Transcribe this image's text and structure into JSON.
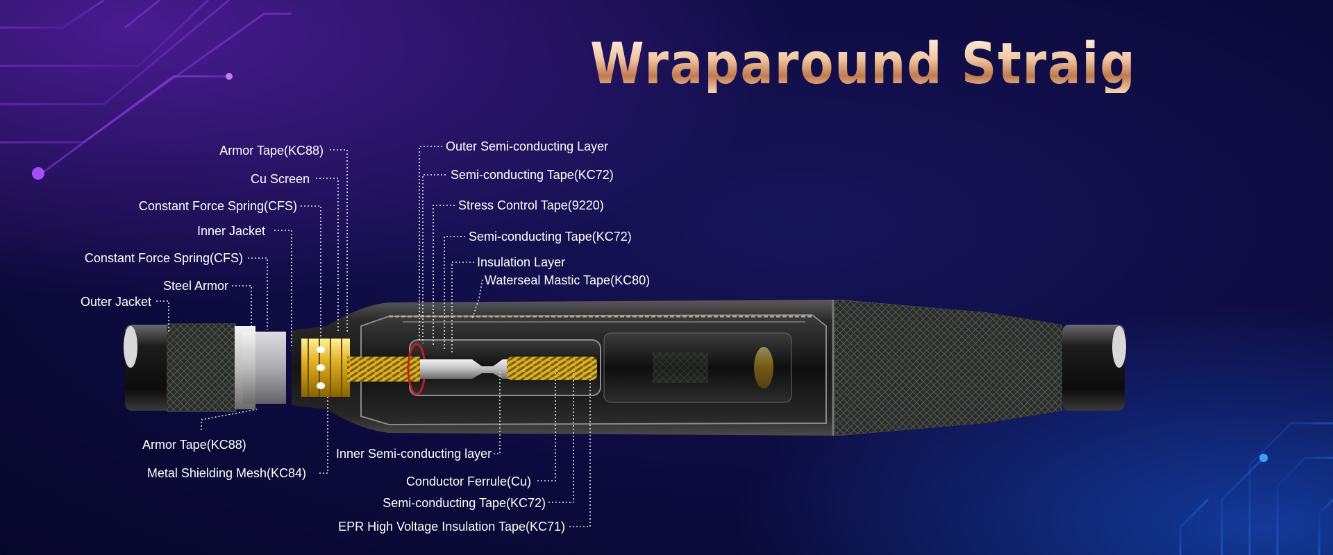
{
  "title": "Wraparound Straight Joint",
  "colors": {
    "background": "#0d0b3e",
    "title_gradient": [
      "#fff2e4",
      "#f0c6a0",
      "#c07a50"
    ],
    "label_text": "#ffffff",
    "leader_lines": "#e8e8f0",
    "circuit_purple": "#8a2be2",
    "circuit_blue": "#2f8cff"
  },
  "labels_left_top": [
    "Armor Tape(KC88)",
    "Cu Screen",
    "Constant Force Spring(CFS)",
    "Inner Jacket",
    "Constant Force Spring(CFS)",
    "Steel Armor",
    "Outer Jacket"
  ],
  "labels_top": [
    "Outer Semi-conducting Layer",
    "Semi-conducting Tape(KC72)",
    "Stress Control Tape(9220)",
    "Semi-conducting Tape(KC72)",
    "Insulation Layer",
    "Waterseal Mastic Tape(KC80)"
  ],
  "labels_bottom": [
    "Armor Tape(KC88)",
    "Metal Shielding Mesh(KC84)",
    "Inner Semi-conducting layer",
    "Conductor Ferrule(Cu)",
    "Semi-conducting Tape(KC72)",
    "EPR High Voltage Insulation Tape(KC71)"
  ]
}
